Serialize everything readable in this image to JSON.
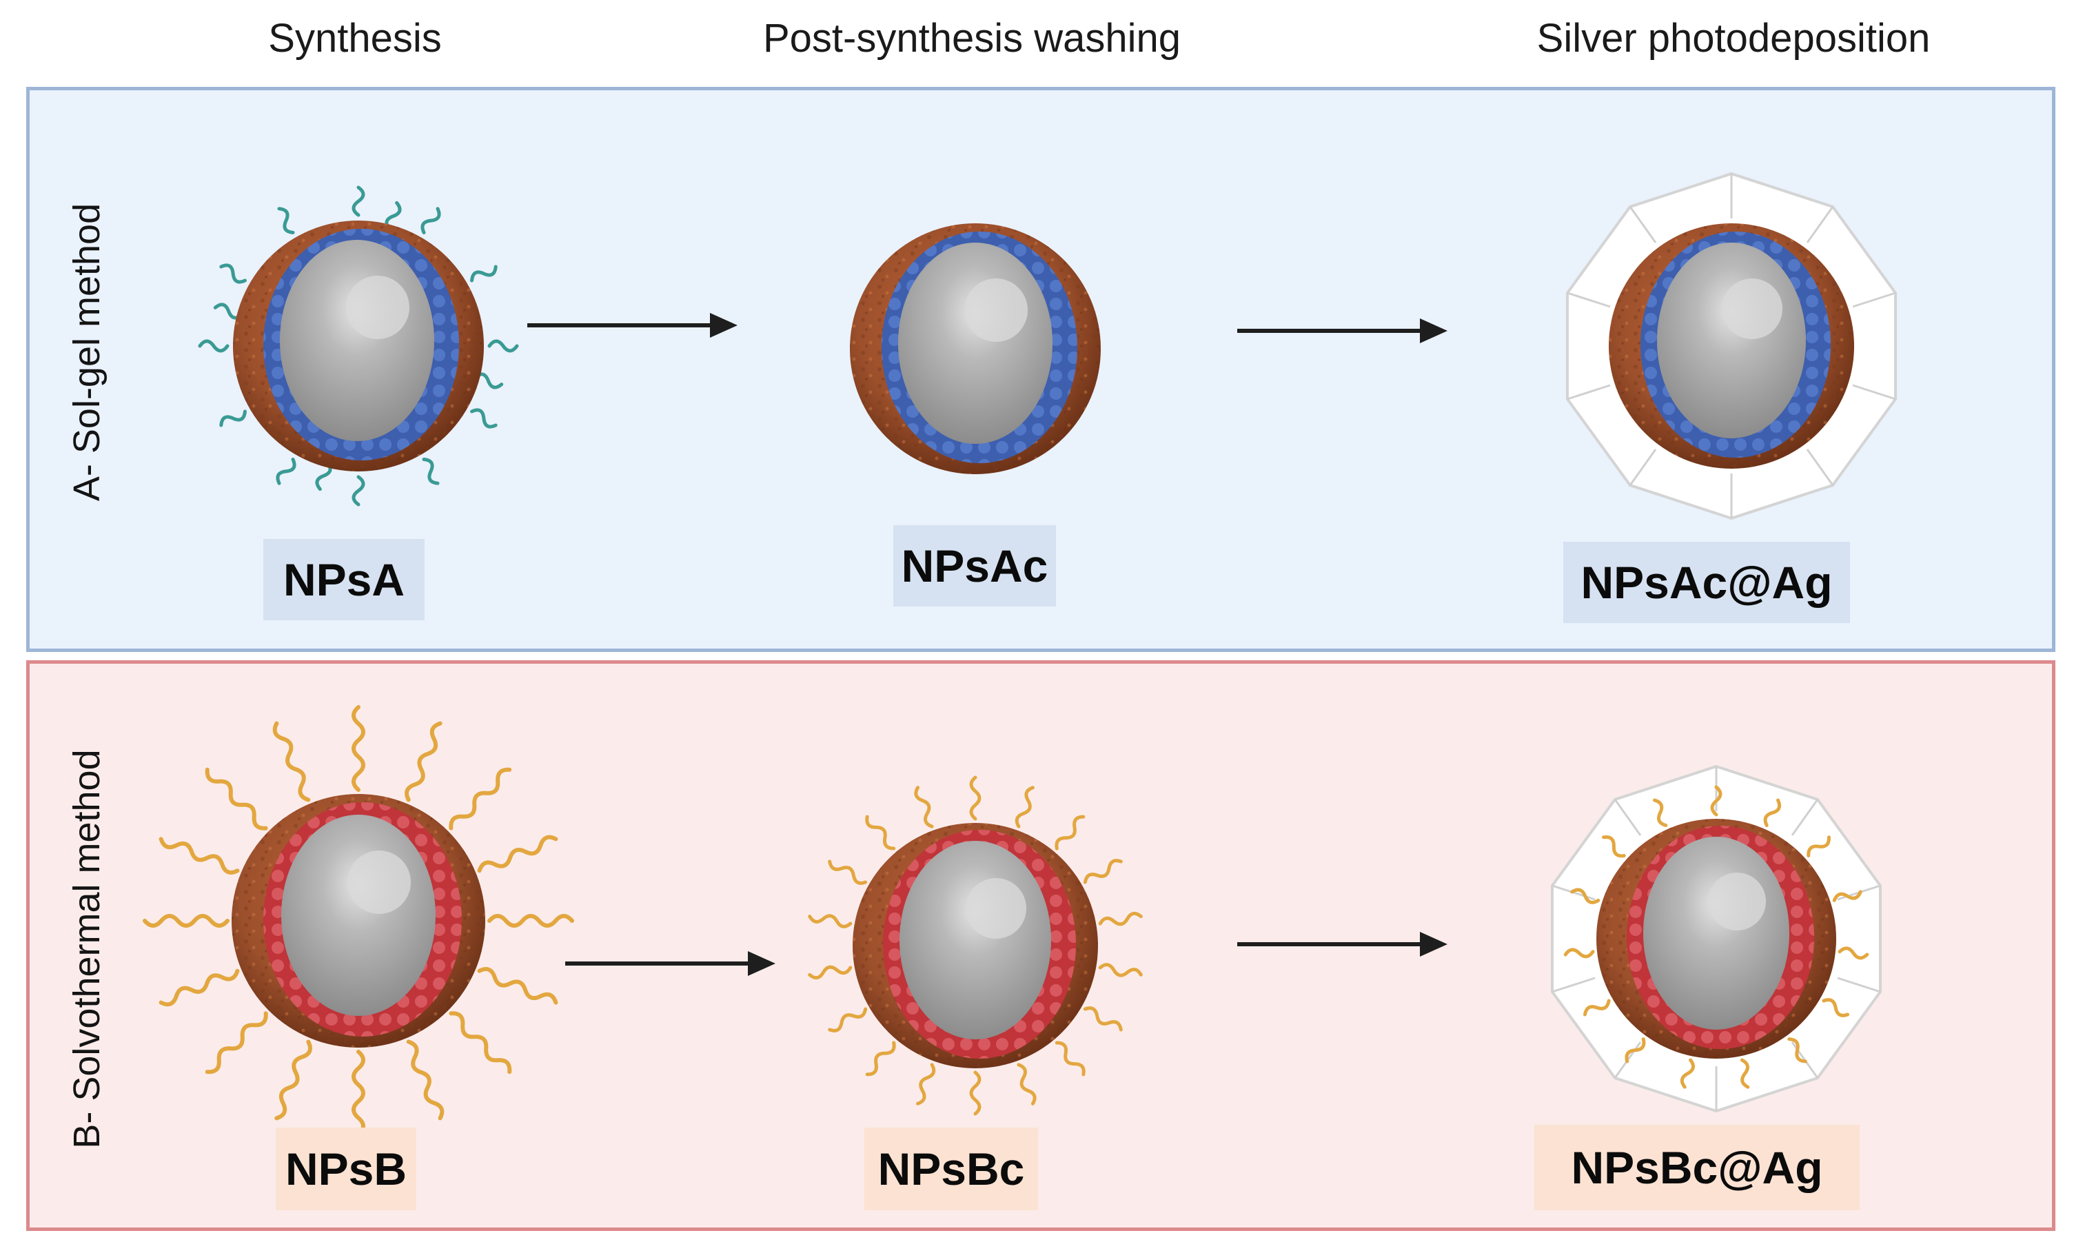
{
  "columns": {
    "synthesis": "Synthesis",
    "washing": "Post-synthesis washing",
    "photodeposition": "Silver photodeposition"
  },
  "rows": {
    "a": {
      "method": "A- Sol-gel method",
      "labels": [
        "NPsA",
        "NPsAc",
        "NPsAc@Ag"
      ]
    },
    "b": {
      "method": "B- Solvothermal method",
      "labels": [
        "NPsB",
        "NPsBc",
        "NPsBc@Ag"
      ]
    }
  },
  "colors": {
    "panel_a_bg": "#eaf2fc",
    "panel_b_bg": "#fbeceb",
    "shell_brown": "#a0522d",
    "inner_layer_blue": "#4a6fc0",
    "inner_layer_red": "#c8373c",
    "core_gray": "#a9a9a9",
    "ligand_teal": "#3a9a94",
    "ligand_orange": "#e3a740"
  }
}
